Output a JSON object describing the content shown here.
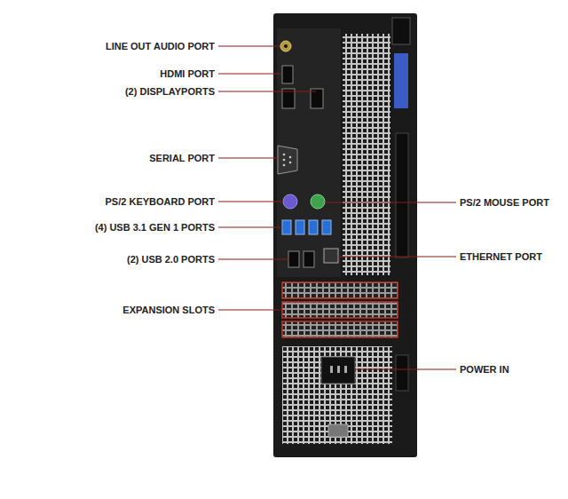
{
  "diagram": {
    "labels": [
      "LINE OUT AUDIO PORT",
      "HDMI PORT",
      "(2) DISPLAYPORTS",
      "SERIAL PORT",
      "PS/2 KEYBOARD PORT",
      "(4) USB 3.1 GEN 1 PORTS",
      "(2) USB 2.0 PORTS",
      "EXPANSION SLOTS",
      "PS/2 MOUSE PORT",
      "ETHERNET PORT",
      "POWER IN"
    ]
  }
}
